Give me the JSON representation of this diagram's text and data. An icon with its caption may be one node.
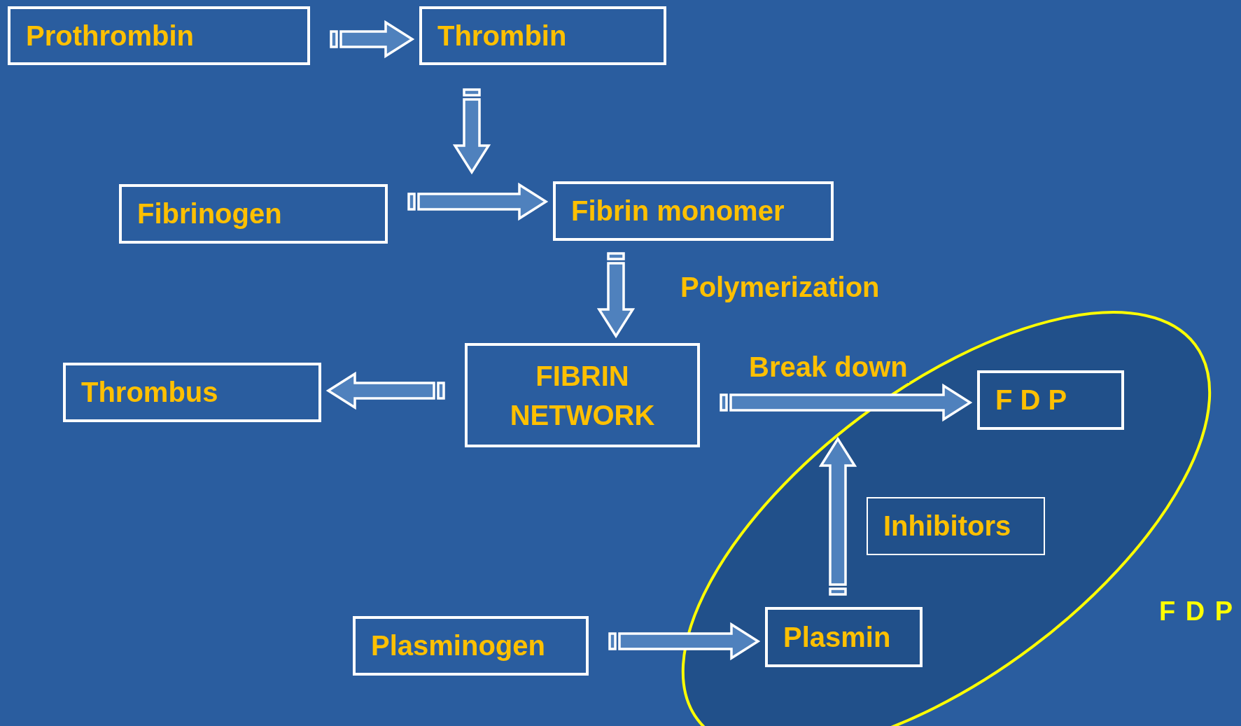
{
  "diagram": {
    "nodes": [
      {
        "text": [
          "Prothrombin"
        ]
      },
      {
        "text": [
          "Thrombin"
        ]
      },
      {
        "text": [
          "Fibrinogen"
        ]
      },
      {
        "text": [
          "Fibrin monomer"
        ]
      },
      {
        "text": [
          "FIBRIN NETWORK"
        ]
      },
      {
        "text": [
          "Thrombus"
        ]
      },
      {
        "text": [
          "F D P"
        ]
      },
      {
        "text": [
          "Inhibitors"
        ]
      },
      {
        "text": [
          "Plasminogen"
        ]
      },
      {
        "text": [
          "Plasmin"
        ]
      }
    ],
    "edges": [
      {
        "from": 0,
        "to": 1,
        "arrow": "to"
      },
      {
        "from": 1,
        "to": null,
        "arrow": "to"
      },
      {
        "from": 2,
        "to": 3,
        "arrow": "to"
      },
      {
        "from": 3,
        "to": 4,
        "arrow": "to",
        "label": "Polymerization"
      },
      {
        "from": 4,
        "to": 5,
        "arrow": "to"
      },
      {
        "from": 4,
        "to": 6,
        "arrow": "to",
        "label": "Break down"
      },
      {
        "from": 9,
        "to": null,
        "arrow": "to"
      },
      {
        "from": 8,
        "to": 9,
        "arrow": "to"
      }
    ],
    "labels": [
      "F D P"
    ]
  }
}
